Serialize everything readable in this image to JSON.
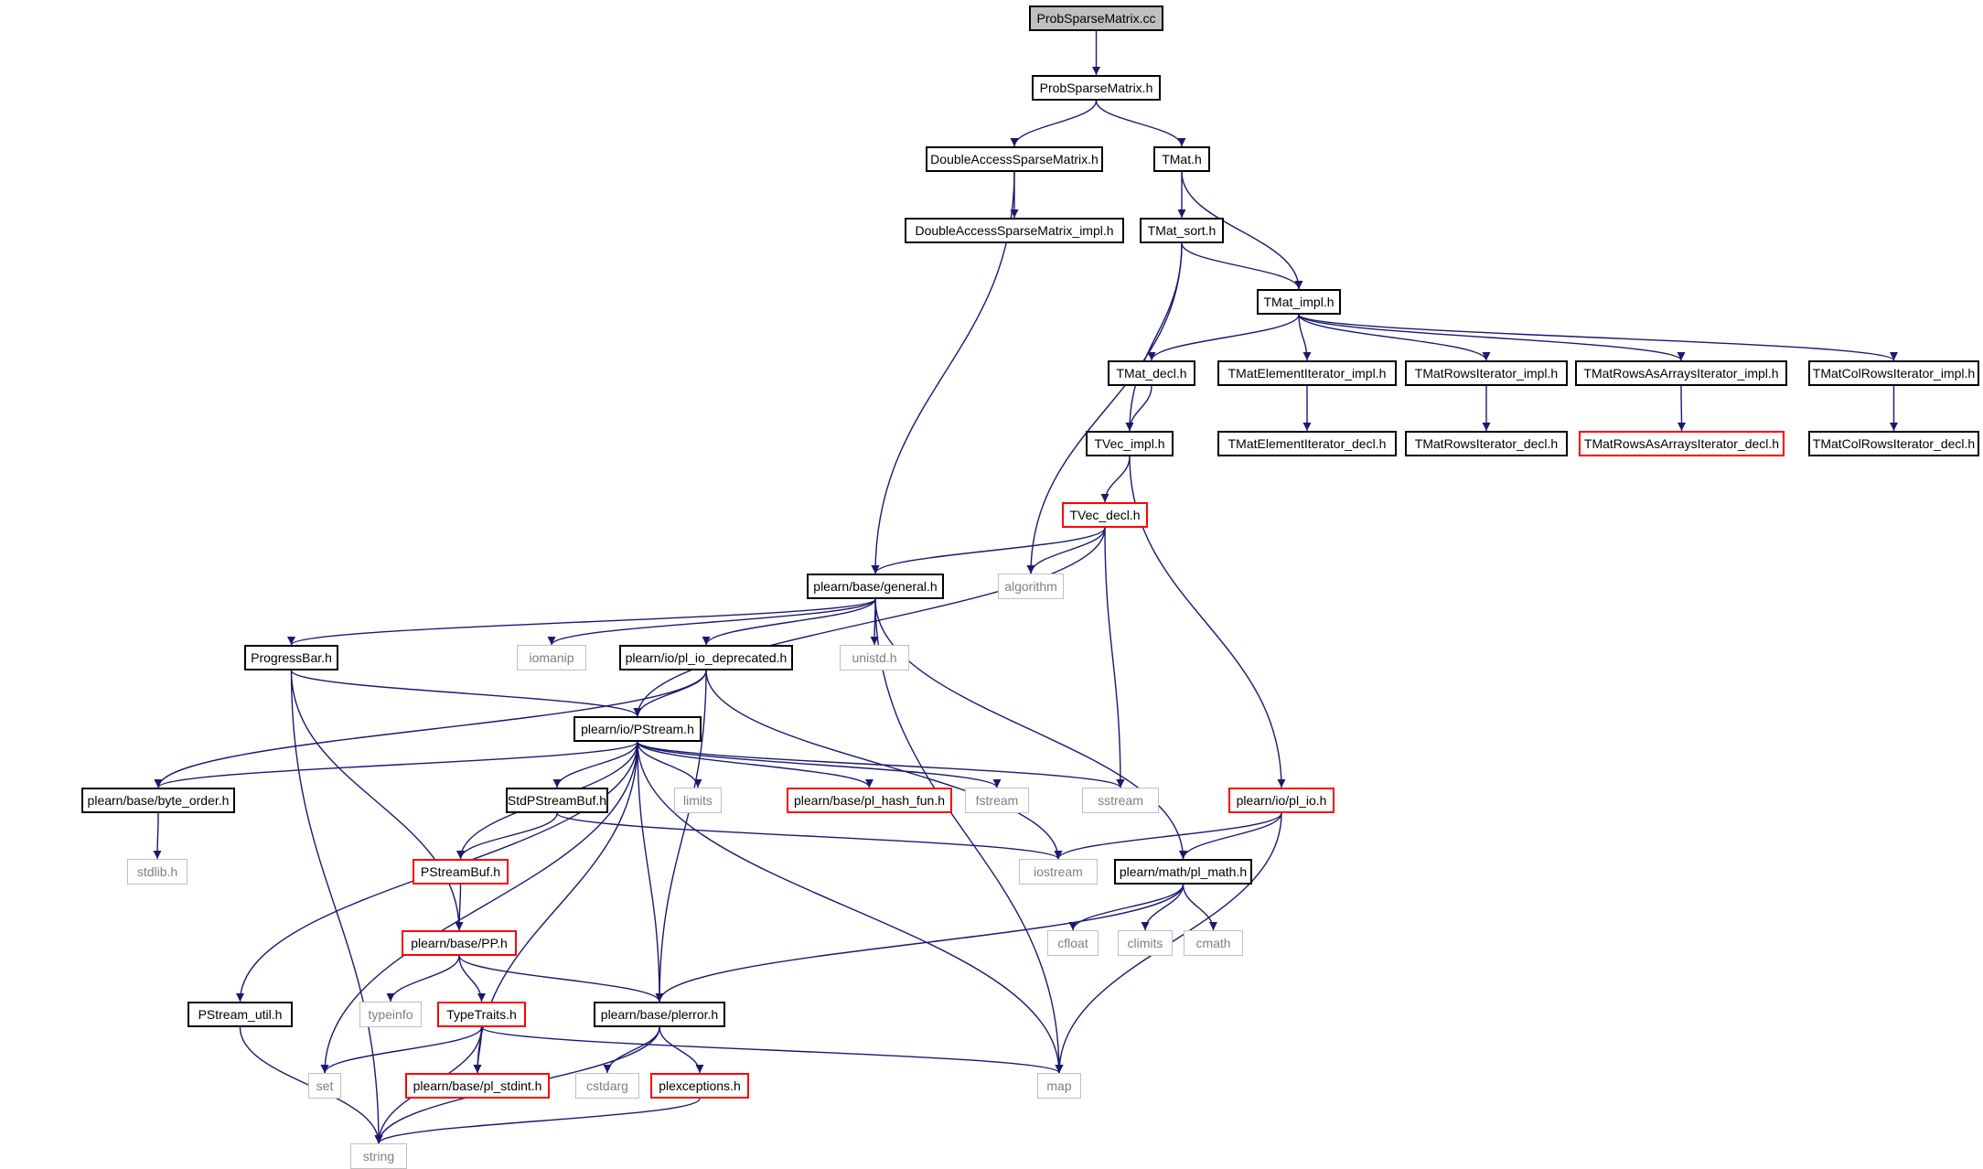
{
  "nodes": [
    {
      "id": "probsparse_cc",
      "label": "ProbSparseMatrix.cc",
      "kind": "root"
    },
    {
      "id": "probsparse_h",
      "label": "ProbSparseMatrix.h",
      "kind": "normal"
    },
    {
      "id": "dasm_h",
      "label": "DoubleAccessSparseMatrix.h",
      "kind": "normal"
    },
    {
      "id": "tmat_h",
      "label": "TMat.h",
      "kind": "normal"
    },
    {
      "id": "dasm_impl_h",
      "label": "DoubleAccessSparseMatrix_impl.h",
      "kind": "normal"
    },
    {
      "id": "tmat_sort_h",
      "label": "TMat_sort.h",
      "kind": "normal"
    },
    {
      "id": "tmat_impl_h",
      "label": "TMat_impl.h",
      "kind": "normal"
    },
    {
      "id": "tmat_decl_h",
      "label": "TMat_decl.h",
      "kind": "normal"
    },
    {
      "id": "tmatelem_impl_h",
      "label": "TMatElementIterator_impl.h",
      "kind": "normal"
    },
    {
      "id": "tmatrows_impl_h",
      "label": "TMatRowsIterator_impl.h",
      "kind": "normal"
    },
    {
      "id": "tmatrowsarr_impl_h",
      "label": "TMatRowsAsArraysIterator_impl.h",
      "kind": "normal"
    },
    {
      "id": "tmatcolrows_impl_h",
      "label": "TMatColRowsIterator_impl.h",
      "kind": "normal"
    },
    {
      "id": "tvec_impl_h",
      "label": "TVec_impl.h",
      "kind": "normal"
    },
    {
      "id": "tmatelem_decl_h",
      "label": "TMatElementIterator_decl.h",
      "kind": "normal"
    },
    {
      "id": "tmatrows_decl_h",
      "label": "TMatRowsIterator_decl.h",
      "kind": "normal"
    },
    {
      "id": "tmatrowsarr_decl_h",
      "label": "TMatRowsAsArraysIterator_decl.h",
      "kind": "red"
    },
    {
      "id": "tmatcolrows_decl_h",
      "label": "TMatColRowsIterator_decl.h",
      "kind": "normal"
    },
    {
      "id": "tvec_decl_h",
      "label": "TVec_decl.h",
      "kind": "red"
    },
    {
      "id": "general_h",
      "label": "plearn/base/general.h",
      "kind": "normal"
    },
    {
      "id": "algorithm",
      "label": "algorithm",
      "kind": "ext"
    },
    {
      "id": "progressbar_h",
      "label": "ProgressBar.h",
      "kind": "normal"
    },
    {
      "id": "iomanip",
      "label": "iomanip",
      "kind": "ext"
    },
    {
      "id": "pl_io_deprecated_h",
      "label": "plearn/io/pl_io_deprecated.h",
      "kind": "normal"
    },
    {
      "id": "unistd_h",
      "label": "unistd.h",
      "kind": "ext"
    },
    {
      "id": "pstream_h",
      "label": "plearn/io/PStream.h",
      "kind": "normal"
    },
    {
      "id": "byte_order_h",
      "label": "plearn/base/byte_order.h",
      "kind": "normal"
    },
    {
      "id": "stdpstreambuf_h",
      "label": "StdPStreamBuf.h",
      "kind": "normal"
    },
    {
      "id": "limits",
      "label": "limits",
      "kind": "ext"
    },
    {
      "id": "pl_hash_fun_h",
      "label": "plearn/base/pl_hash_fun.h",
      "kind": "red"
    },
    {
      "id": "fstream",
      "label": "fstream",
      "kind": "ext"
    },
    {
      "id": "sstream",
      "label": "sstream",
      "kind": "ext"
    },
    {
      "id": "pl_io_h",
      "label": "plearn/io/pl_io.h",
      "kind": "red"
    },
    {
      "id": "stdlib_h",
      "label": "stdlib.h",
      "kind": "ext"
    },
    {
      "id": "pstreambuf_h",
      "label": "PStreamBuf.h",
      "kind": "red"
    },
    {
      "id": "iostream",
      "label": "iostream",
      "kind": "ext"
    },
    {
      "id": "pl_math_h",
      "label": "plearn/math/pl_math.h",
      "kind": "normal"
    },
    {
      "id": "pp_h",
      "label": "plearn/base/PP.h",
      "kind": "red"
    },
    {
      "id": "cfloat",
      "label": "cfloat",
      "kind": "ext"
    },
    {
      "id": "climits",
      "label": "climits",
      "kind": "ext"
    },
    {
      "id": "cmath",
      "label": "cmath",
      "kind": "ext"
    },
    {
      "id": "pstream_util_h",
      "label": "PStream_util.h",
      "kind": "normal"
    },
    {
      "id": "typeinfo",
      "label": "typeinfo",
      "kind": "ext"
    },
    {
      "id": "typetraits_h",
      "label": "TypeTraits.h",
      "kind": "red"
    },
    {
      "id": "plerror_h",
      "label": "plearn/base/plerror.h",
      "kind": "normal"
    },
    {
      "id": "set",
      "label": "set",
      "kind": "ext"
    },
    {
      "id": "pl_stdint_h",
      "label": "plearn/base/pl_stdint.h",
      "kind": "red"
    },
    {
      "id": "cstdarg",
      "label": "cstdarg",
      "kind": "ext"
    },
    {
      "id": "plexceptions_h",
      "label": "plexceptions.h",
      "kind": "red"
    },
    {
      "id": "map",
      "label": "map",
      "kind": "ext"
    },
    {
      "id": "string",
      "label": "string",
      "kind": "ext"
    }
  ],
  "edges": [
    [
      "probsparse_cc",
      "probsparse_h"
    ],
    [
      "probsparse_h",
      "dasm_h"
    ],
    [
      "probsparse_h",
      "tmat_h"
    ],
    [
      "dasm_h",
      "dasm_impl_h"
    ],
    [
      "dasm_h",
      "general_h"
    ],
    [
      "tmat_h",
      "tmat_sort_h"
    ],
    [
      "tmat_h",
      "tmat_impl_h"
    ],
    [
      "tmat_sort_h",
      "tmat_impl_h"
    ],
    [
      "tmat_sort_h",
      "tvec_impl_h"
    ],
    [
      "tmat_sort_h",
      "algorithm"
    ],
    [
      "tmat_impl_h",
      "tmat_decl_h"
    ],
    [
      "tmat_impl_h",
      "tmatelem_impl_h"
    ],
    [
      "tmat_impl_h",
      "tmatrows_impl_h"
    ],
    [
      "tmat_impl_h",
      "tmatrowsarr_impl_h"
    ],
    [
      "tmat_impl_h",
      "tmatcolrows_impl_h"
    ],
    [
      "tmat_decl_h",
      "tvec_impl_h"
    ],
    [
      "tmatelem_impl_h",
      "tmatelem_decl_h"
    ],
    [
      "tmatrows_impl_h",
      "tmatrows_decl_h"
    ],
    [
      "tmatrowsarr_impl_h",
      "tmatrowsarr_decl_h"
    ],
    [
      "tmatcolrows_impl_h",
      "tmatcolrows_decl_h"
    ],
    [
      "tvec_impl_h",
      "tvec_decl_h"
    ],
    [
      "tvec_impl_h",
      "pl_io_h"
    ],
    [
      "tvec_decl_h",
      "general_h"
    ],
    [
      "tvec_decl_h",
      "algorithm"
    ],
    [
      "tvec_decl_h",
      "pstream_h"
    ],
    [
      "tvec_decl_h",
      "sstream"
    ],
    [
      "general_h",
      "progressbar_h"
    ],
    [
      "general_h",
      "iomanip"
    ],
    [
      "general_h",
      "pl_io_deprecated_h"
    ],
    [
      "general_h",
      "unistd_h"
    ],
    [
      "general_h",
      "pl_math_h"
    ],
    [
      "general_h",
      "map"
    ],
    [
      "progressbar_h",
      "pstream_h"
    ],
    [
      "progressbar_h",
      "pp_h"
    ],
    [
      "progressbar_h",
      "string"
    ],
    [
      "pl_io_deprecated_h",
      "pstream_h"
    ],
    [
      "pl_io_deprecated_h",
      "byte_order_h"
    ],
    [
      "pl_io_deprecated_h",
      "plerror_h"
    ],
    [
      "pl_io_deprecated_h",
      "iostream"
    ],
    [
      "pstream_h",
      "byte_order_h"
    ],
    [
      "pstream_h",
      "stdpstreambuf_h"
    ],
    [
      "pstream_h",
      "limits"
    ],
    [
      "pstream_h",
      "pl_hash_fun_h"
    ],
    [
      "pstream_h",
      "fstream"
    ],
    [
      "pstream_h",
      "sstream"
    ],
    [
      "pstream_h",
      "pstreambuf_h"
    ],
    [
      "pstream_h",
      "pstream_util_h"
    ],
    [
      "pstream_h",
      "set"
    ],
    [
      "pstream_h",
      "pl_stdint_h"
    ],
    [
      "pstream_h",
      "plerror_h"
    ],
    [
      "pstream_h",
      "map"
    ],
    [
      "byte_order_h",
      "stdlib_h"
    ],
    [
      "stdpstreambuf_h",
      "pstreambuf_h"
    ],
    [
      "stdpstreambuf_h",
      "iostream"
    ],
    [
      "pl_io_h",
      "iostream"
    ],
    [
      "pl_io_h",
      "pl_math_h"
    ],
    [
      "pl_io_h",
      "map"
    ],
    [
      "pstreambuf_h",
      "pp_h"
    ],
    [
      "pl_math_h",
      "cfloat"
    ],
    [
      "pl_math_h",
      "climits"
    ],
    [
      "pl_math_h",
      "cmath"
    ],
    [
      "pl_math_h",
      "plerror_h"
    ],
    [
      "pp_h",
      "typeinfo"
    ],
    [
      "pp_h",
      "typetraits_h"
    ],
    [
      "pp_h",
      "plerror_h"
    ],
    [
      "pstream_util_h",
      "string"
    ],
    [
      "typetraits_h",
      "set"
    ],
    [
      "typetraits_h",
      "pl_stdint_h"
    ],
    [
      "typetraits_h",
      "string"
    ],
    [
      "typetraits_h",
      "map"
    ],
    [
      "plerror_h",
      "cstdarg"
    ],
    [
      "plerror_h",
      "plexceptions_h"
    ],
    [
      "plerror_h",
      "string"
    ],
    [
      "plexceptions_h",
      "string"
    ]
  ],
  "colors": {
    "edge": "#191970",
    "border": "#000000",
    "root_fill": "#bfbfbf",
    "red_border": "#ff0000",
    "ext_border": "#bfbfbf",
    "ext_text": "#7f7f7f"
  }
}
